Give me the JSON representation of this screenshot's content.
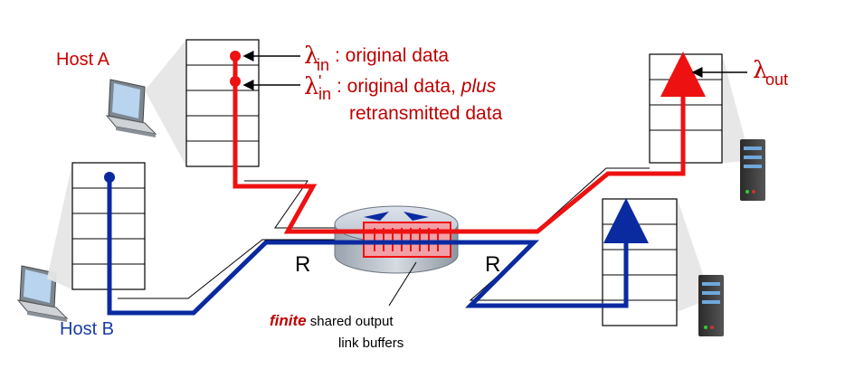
{
  "labels": {
    "host_a": "Host A",
    "host_b": "Host B",
    "r_left": "R",
    "r_right": "R"
  },
  "annotations": {
    "lambda_in_symbol": "λ",
    "lambda_in_sub": "in",
    "lambda_in_text": ": original data",
    "lambda_in_prime_symbol": "λ",
    "lambda_in_prime_mark": "'",
    "lambda_in_prime_sub": "in",
    "lambda_in_prime_text": ": original data, ",
    "lambda_in_prime_plus": "plus",
    "lambda_in_prime_text2": "retransmitted data",
    "lambda_out_symbol": "λ",
    "lambda_out_sub": "out"
  },
  "caption": {
    "emphasis": "finite",
    "line1": " shared output",
    "line2": "link buffers"
  },
  "colors": {
    "red": "#ee1111",
    "blue": "#0a2aa0",
    "annotation": "#c00000",
    "host_label_a": "#cc0000",
    "host_label_b": "#1a3aa8"
  }
}
